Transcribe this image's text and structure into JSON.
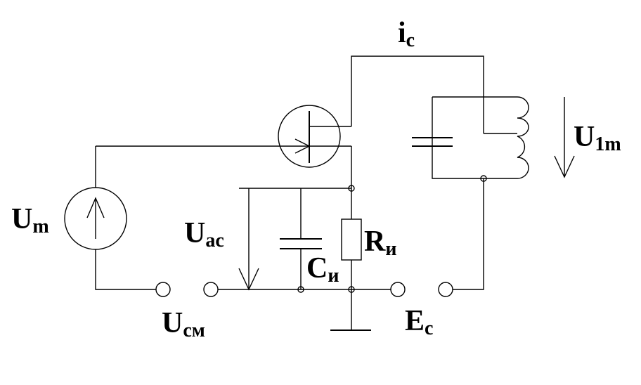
{
  "labels": {
    "ic": {
      "main": "i",
      "sub": "c"
    },
    "u1m": {
      "main": "U",
      "sub": "1m"
    },
    "um": {
      "main": "U",
      "sub": "m"
    },
    "uac": {
      "main": "U",
      "sub": "ac"
    },
    "ri": {
      "main": "R",
      "sub": "и"
    },
    "ci": {
      "main": "C",
      "sub": "и"
    },
    "ucm": {
      "main": "U",
      "sub": "см"
    },
    "ec": {
      "main": "E",
      "sub": "c"
    }
  }
}
